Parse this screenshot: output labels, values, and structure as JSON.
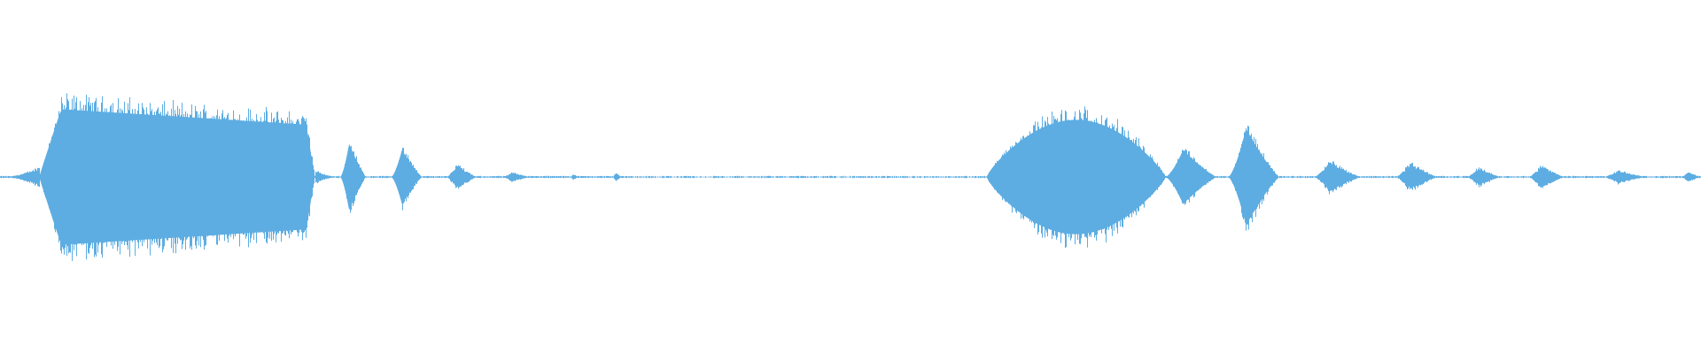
{
  "waveform": {
    "color": "#5dade2",
    "background": "#ffffff",
    "segments": [
      {
        "start": 0.0,
        "end": 0.023,
        "peak": 0.06,
        "shape": "ramp"
      },
      {
        "start": 0.023,
        "end": 0.185,
        "peak": 0.46,
        "shape": "sustain"
      },
      {
        "start": 0.185,
        "end": 0.2,
        "peak": 0.04,
        "shape": "decay"
      },
      {
        "start": 0.2,
        "end": 0.215,
        "peak": 0.22,
        "shape": "burst"
      },
      {
        "start": 0.23,
        "end": 0.248,
        "peak": 0.18,
        "shape": "burst"
      },
      {
        "start": 0.262,
        "end": 0.28,
        "peak": 0.08,
        "shape": "burst"
      },
      {
        "start": 0.295,
        "end": 0.312,
        "peak": 0.03,
        "shape": "burst"
      },
      {
        "start": 0.335,
        "end": 0.34,
        "peak": 0.02,
        "shape": "burst"
      },
      {
        "start": 0.36,
        "end": 0.365,
        "peak": 0.03,
        "shape": "burst"
      },
      {
        "start": 0.58,
        "end": 0.685,
        "peak": 0.38,
        "shape": "hump"
      },
      {
        "start": 0.685,
        "end": 0.715,
        "peak": 0.18,
        "shape": "burst"
      },
      {
        "start": 0.722,
        "end": 0.752,
        "peak": 0.32,
        "shape": "burst"
      },
      {
        "start": 0.772,
        "end": 0.8,
        "peak": 0.1,
        "shape": "burst"
      },
      {
        "start": 0.82,
        "end": 0.845,
        "peak": 0.09,
        "shape": "burst"
      },
      {
        "start": 0.862,
        "end": 0.882,
        "peak": 0.06,
        "shape": "burst"
      },
      {
        "start": 0.898,
        "end": 0.92,
        "peak": 0.07,
        "shape": "burst"
      },
      {
        "start": 0.942,
        "end": 0.968,
        "peak": 0.04,
        "shape": "burst"
      },
      {
        "start": 0.988,
        "end": 1.0,
        "peak": 0.03,
        "shape": "burst"
      }
    ],
    "noise_floor": 0.004
  }
}
